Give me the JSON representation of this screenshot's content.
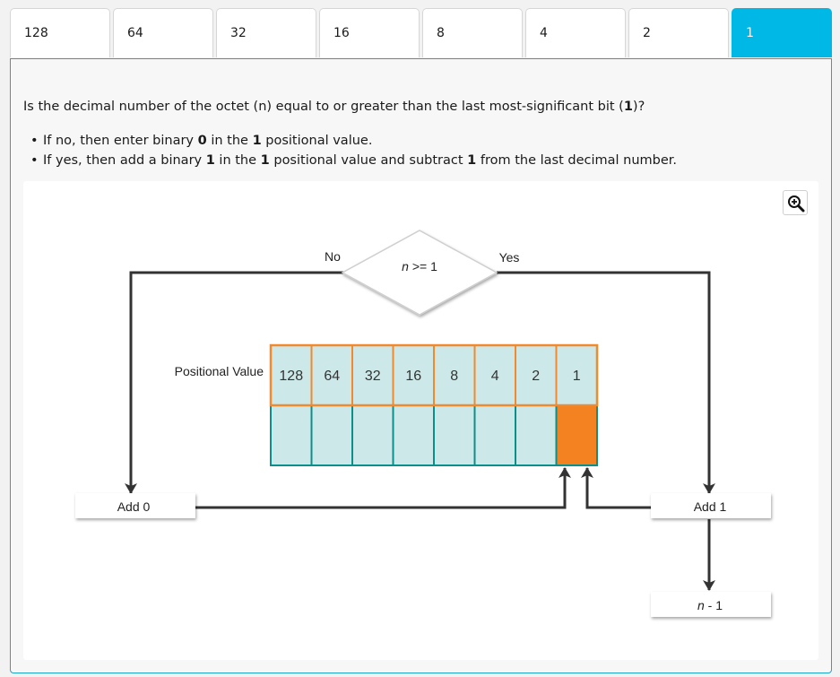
{
  "tabs": [
    "128",
    "64",
    "32",
    "16",
    "8",
    "4",
    "2",
    "1"
  ],
  "active_tab_index": 7,
  "question": {
    "before": "Is the decimal number of the octet (n) equal to or greater than the last most-significant bit (",
    "bold": "1",
    "after": ")?"
  },
  "bullets": [
    [
      "If no, then enter binary ",
      "0",
      " in the ",
      "1",
      " positional value."
    ],
    [
      "If yes, then add a binary ",
      "1",
      " in the ",
      "1",
      " positional value and subtract ",
      "1",
      " from the last decimal number."
    ]
  ],
  "diagram": {
    "decision_label": ">= 1",
    "decision_var": "n",
    "no_label": "No",
    "yes_label": "Yes",
    "positional_value_label": "Positional Value",
    "positional_values": [
      "128",
      "64",
      "32",
      "16",
      "8",
      "4",
      "2",
      "1"
    ],
    "highlighted_index": 7,
    "add0_label": "Add 0",
    "add1_label": "Add 1",
    "subtract_var": "n",
    "subtract_label": " - 1"
  },
  "colors": {
    "active_tab": "#00b8e6",
    "grid_fill": "#cde8e8",
    "grid_border_top": "#f28a2d",
    "grid_border": "#0a8f8a",
    "highlight": "#f58220",
    "arrow": "#333333"
  },
  "icons": {
    "zoom": "zoom-in-icon"
  }
}
